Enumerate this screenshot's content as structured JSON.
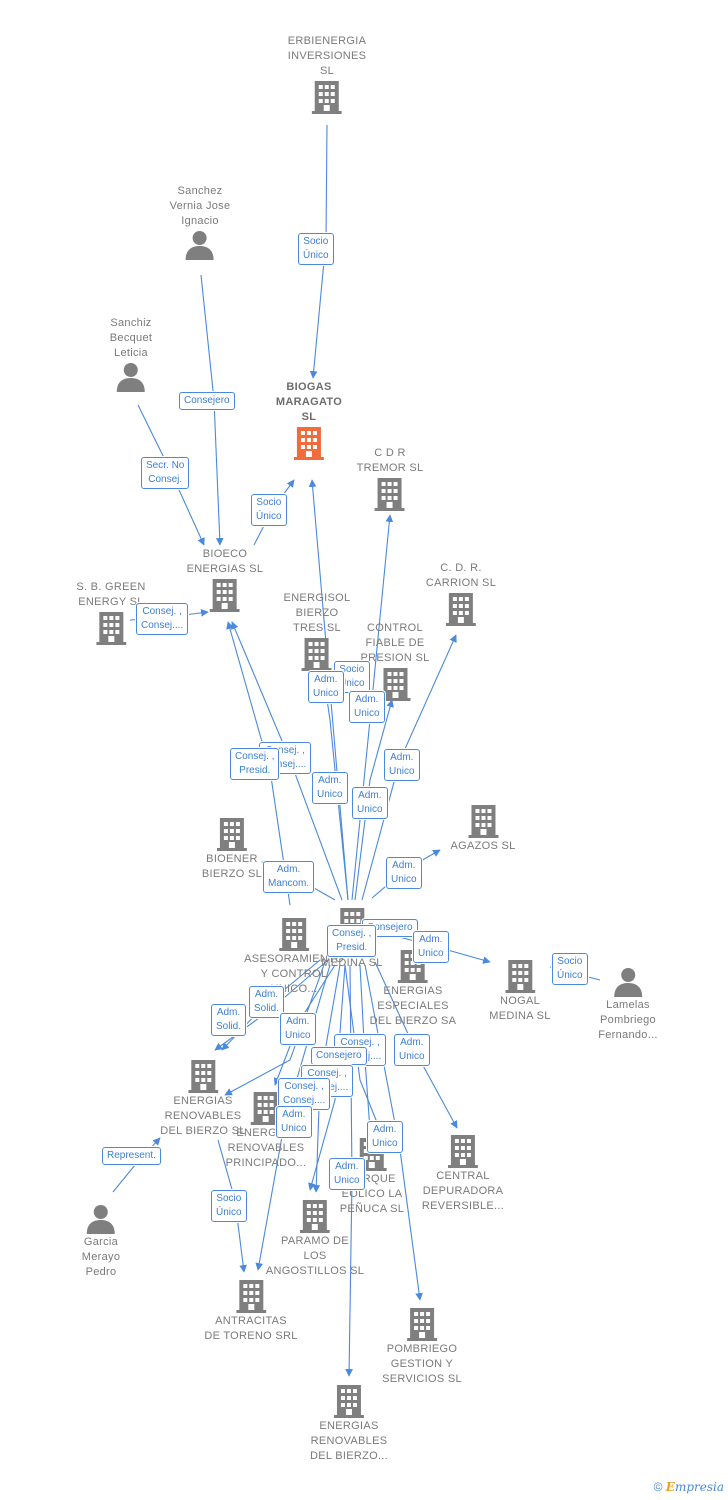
{
  "colors": {
    "edge": "#4a89dc",
    "node": "#7f7f7f",
    "focus": "#f26b3a",
    "tag_text": "#3d7fd6"
  },
  "nodes": {
    "erbienergia": {
      "label": "ERBIENERGIA\nINVERSIONES\nSL",
      "icon": "building-icon"
    },
    "sanchez_vernia": {
      "label": "Sanchez\nVernia Jose\nIgnacio",
      "icon": "person-icon"
    },
    "sanchiz": {
      "label": "Sanchiz\nBecquet\nLeticia",
      "icon": "person-icon"
    },
    "biogas": {
      "label": "BIOGAS\nMARAGATO\nSL",
      "icon": "building-icon"
    },
    "cdr_tremor": {
      "label": "C D R\nTREMOR SL",
      "icon": "building-icon"
    },
    "bioeco": {
      "label": "BIOECO\nENERGIAS SL",
      "icon": "building-icon"
    },
    "sb_green": {
      "label": "S. B. GREEN\nENERGY  SL",
      "icon": "building-icon"
    },
    "energisol": {
      "label": "ENERGISOL\nBIERZO\nTRES SL",
      "icon": "building-icon"
    },
    "cdr_carrion": {
      "label": "C.  D. R.\nCARRION  SL",
      "icon": "building-icon"
    },
    "control_fiable": {
      "label": "CONTROL\nFIABLE DE\nPRESION SL",
      "icon": "building-icon"
    },
    "agazos": {
      "label": "AGAZOS SL",
      "icon": "building-icon"
    },
    "bioener": {
      "label": "BIOENER\nBIERZO SL",
      "icon": "building-icon"
    },
    "medina": {
      "label": "MEDINA SL",
      "icon": "building-icon"
    },
    "asesoramiento": {
      "label": "ASESORAMIENTO\nY CONTROL\nUNICO...",
      "icon": "building-icon"
    },
    "energias_especiales": {
      "label": "ENERGIAS\nESPECIALES\nDEL BIERZO SA",
      "icon": "building-icon"
    },
    "nogal": {
      "label": "NOGAL\nMEDINA SL",
      "icon": "building-icon"
    },
    "lamelas": {
      "label": "Lamelas\nPombriego\nFernando...",
      "icon": "person-icon"
    },
    "renovables_bierzo": {
      "label": "ENERGIAS\nRENOVABLES\nDEL BIERZO SL",
      "icon": "building-icon"
    },
    "renovables_principado": {
      "label": "ENERGIAS\nRENOVABLES\nPRINCIPADO...",
      "icon": "building-icon"
    },
    "parque_eolico": {
      "label": "PARQUE\nEOLICO LA\nPEÑUCA SL",
      "icon": "building-icon"
    },
    "central": {
      "label": "CENTRAL\nDEPURADORA\nREVERSIBLE...",
      "icon": "building-icon"
    },
    "garcia": {
      "label": "Garcia\nMerayo\nPedro",
      "icon": "person-icon"
    },
    "paramo": {
      "label": "PARAMO DE\nLOS\nANGOSTILLOS SL",
      "icon": "building-icon"
    },
    "antracitas": {
      "label": "ANTRACITAS\nDE TORENO SRL",
      "icon": "building-icon"
    },
    "pombriego": {
      "label": "POMBRIEGO\nGESTION Y\nSERVICIOS  SL",
      "icon": "building-icon"
    },
    "renovables_bierzo2": {
      "label": "ENERGIAS\nRENOVABLES\nDEL BIERZO...",
      "icon": "building-icon"
    }
  },
  "tags": {
    "t1": "Socio\nÚnico",
    "t2": "Consejero",
    "t3": "Secr.  No\nConsej.",
    "t4": "Socio\nÚnico",
    "t5": "Consej. ,\nConsej....",
    "t6": "Socio\nÚnico",
    "t7": "Adm.\nUnico",
    "t8": "Adm.\nUnico",
    "t9": "Adm.\nUnico",
    "t10": "Consej. ,\nConsej....",
    "t11": "Consej. ,\nPresid.",
    "t12": "Adm.\nUnico",
    "t13": "Adm.\nUnico",
    "t14": "Adm.\nUnico",
    "t15": "Adm.\nMancom.",
    "t16": "Consejero",
    "t17": "Consej. ,\nPresid.",
    "t18": "Adm.\nUnico",
    "t19": "Socio\nÚnico",
    "t20": "Adm.\nSolid.",
    "t21": "Adm.\nSolid.",
    "t22": "Adm.\nUnico",
    "t23": "Consej. ,\nConsej....",
    "t24": "Adm.\nUnico",
    "t25": "Consejero",
    "t26": "Consej. ,\nConsej....",
    "t27": "Consej. ,\nConsej....",
    "t28": "Adm.\nUnico",
    "t29": "Adm.\nUnico",
    "t30": "Adm.\nUnico",
    "t31": "Represent.",
    "t32": "Socio\nÚnico"
  },
  "footer": {
    "copyright": "©",
    "brand_initial": "E",
    "brand_rest": "mpresia"
  }
}
